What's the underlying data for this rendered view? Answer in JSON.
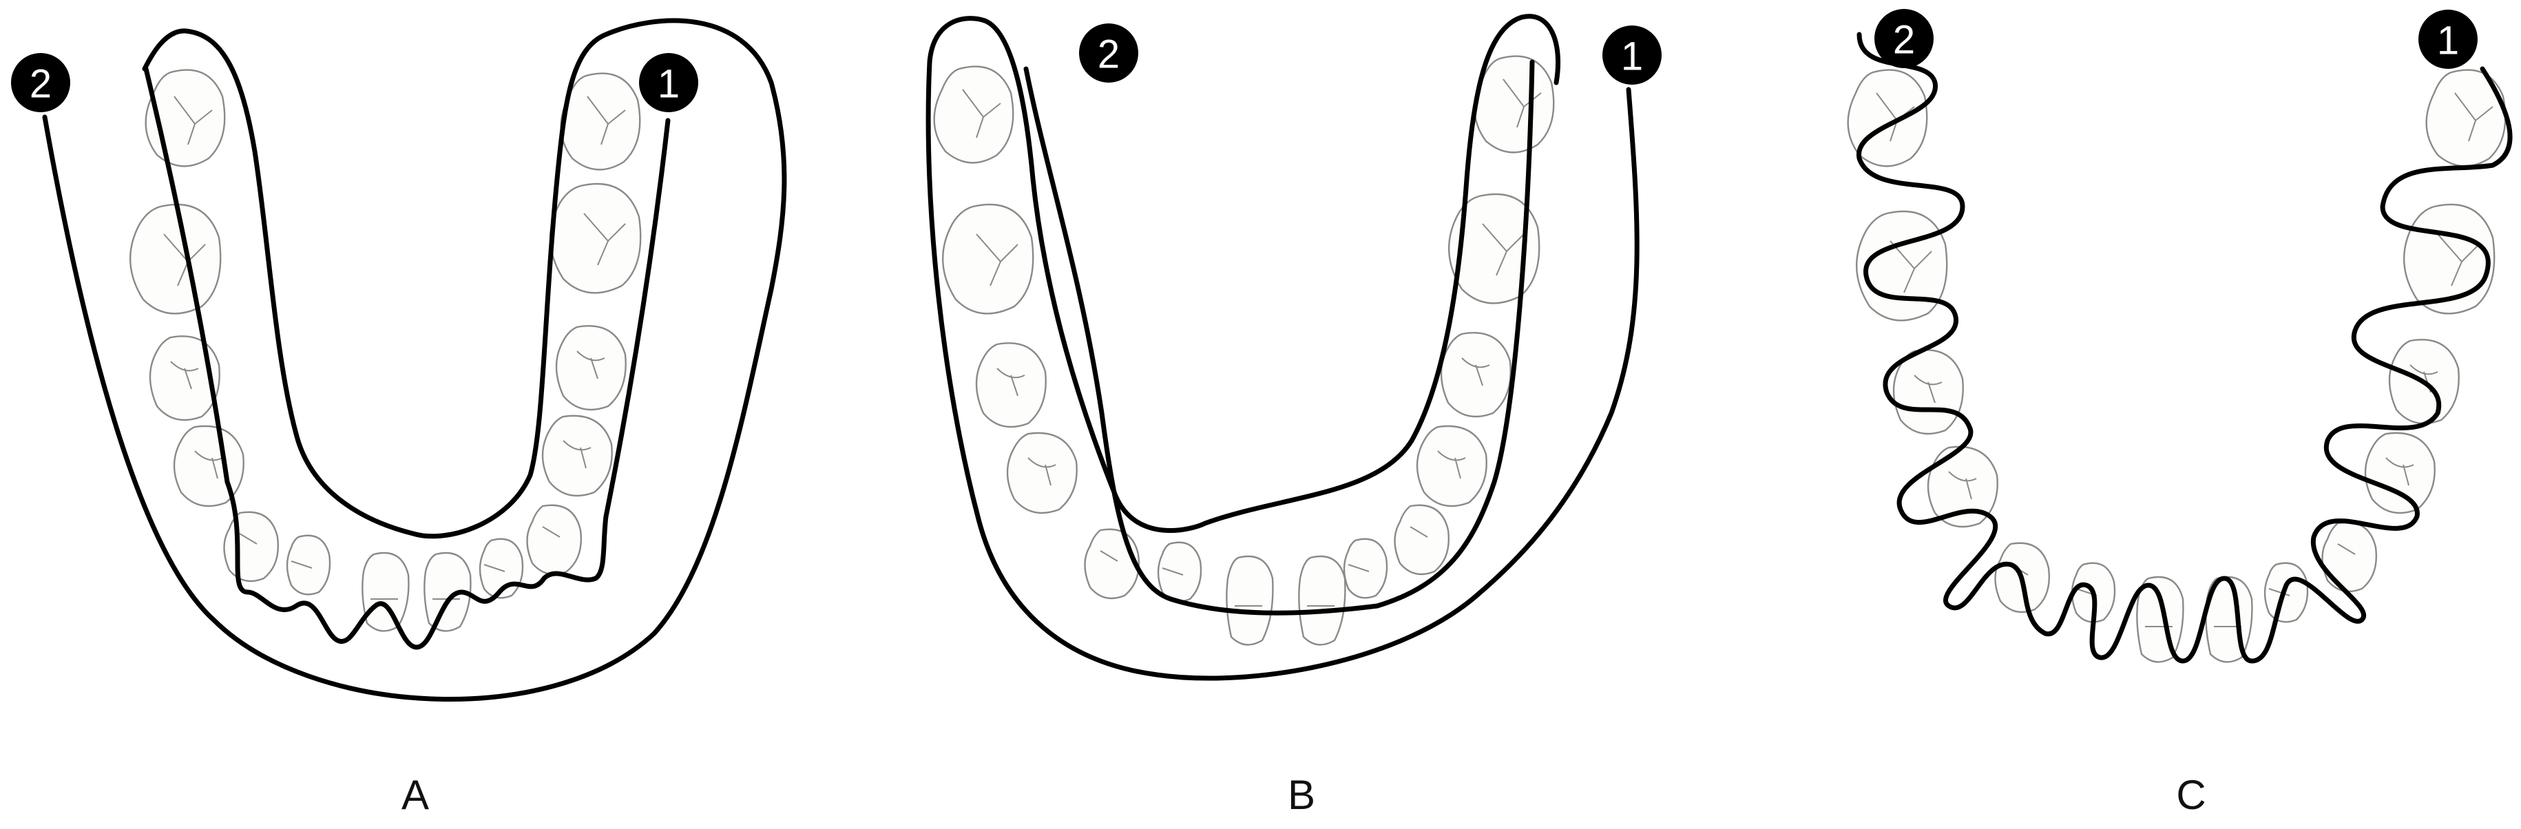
{
  "panels": [
    {
      "id": "A",
      "label": "A",
      "marker_start": "1",
      "marker_end": "2"
    },
    {
      "id": "B",
      "label": "B",
      "marker_start": "1",
      "marker_end": "2"
    },
    {
      "id": "C",
      "label": "C",
      "marker_start": "1",
      "marker_end": "2"
    }
  ],
  "colors": {
    "line": "#000000",
    "tooth_outline": "#8a8a8a",
    "tooth_fill": "#fdfdfb",
    "marker": "#000000",
    "marker_text": "#ffffff"
  }
}
